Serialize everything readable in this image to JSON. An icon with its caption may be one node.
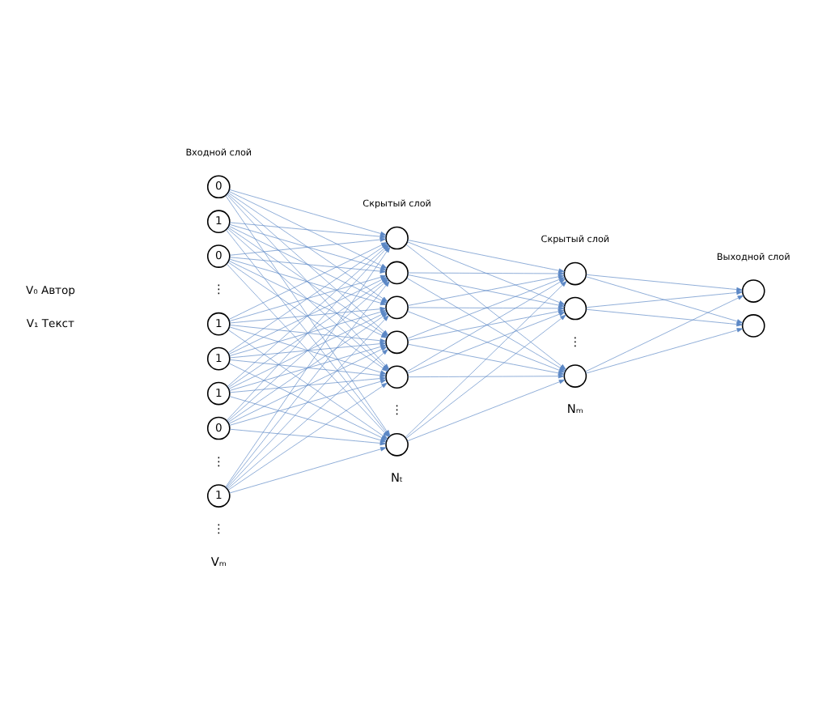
{
  "diagram": {
    "nodes": [
      {
        "text": [
          "0"
        ]
      },
      {
        "text": [
          "1"
        ]
      },
      {
        "text": [
          "0"
        ]
      },
      {
        "text": [
          "1"
        ]
      },
      {
        "text": [
          "1"
        ]
      },
      {
        "text": [
          "1"
        ]
      },
      {
        "text": [
          "0"
        ]
      },
      {
        "text": [
          "1"
        ]
      },
      {
        "text": [],
        "shape": "circle"
      },
      {
        "text": [],
        "shape": "circle"
      },
      {
        "text": [],
        "shape": "circle"
      },
      {
        "text": [],
        "shape": "circle"
      },
      {
        "text": [],
        "shape": "circle"
      },
      {
        "text": [],
        "shape": "circle"
      },
      {
        "text": [],
        "shape": "circle"
      },
      {
        "text": [],
        "shape": "circle"
      },
      {
        "text": [],
        "shape": "circle"
      },
      {
        "text": [],
        "shape": "circle"
      },
      {
        "text": [],
        "shape": "circle"
      }
    ],
    "edges": [
      {
        "from": 0,
        "to": 8,
        "arrow": "to"
      },
      {
        "from": 0,
        "to": 9,
        "arrow": "to"
      },
      {
        "from": 0,
        "to": 10,
        "arrow": "to"
      },
      {
        "from": 0,
        "to": 11,
        "arrow": "to"
      },
      {
        "from": 0,
        "to": 12,
        "arrow": "to"
      },
      {
        "from": 0,
        "to": 13,
        "arrow": "to"
      },
      {
        "from": 1,
        "to": 8,
        "arrow": "to"
      },
      {
        "from": 1,
        "to": 9,
        "arrow": "to"
      },
      {
        "from": 1,
        "to": 10,
        "arrow": "to"
      },
      {
        "from": 1,
        "to": 11,
        "arrow": "to"
      },
      {
        "from": 1,
        "to": 12,
        "arrow": "to"
      },
      {
        "from": 1,
        "to": 13,
        "arrow": "to"
      },
      {
        "from": 2,
        "to": 8,
        "arrow": "to"
      },
      {
        "from": 2,
        "to": 9,
        "arrow": "to"
      },
      {
        "from": 2,
        "to": 10,
        "arrow": "to"
      },
      {
        "from": 2,
        "to": 11,
        "arrow": "to"
      },
      {
        "from": 2,
        "to": 12,
        "arrow": "to"
      },
      {
        "from": 2,
        "to": 13,
        "arrow": "to"
      },
      {
        "from": 3,
        "to": 8,
        "arrow": "to"
      },
      {
        "from": 3,
        "to": 9,
        "arrow": "to"
      },
      {
        "from": 3,
        "to": 10,
        "arrow": "to"
      },
      {
        "from": 3,
        "to": 11,
        "arrow": "to"
      },
      {
        "from": 3,
        "to": 12,
        "arrow": "to"
      },
      {
        "from": 3,
        "to": 13,
        "arrow": "to"
      },
      {
        "from": 4,
        "to": 8,
        "arrow": "to"
      },
      {
        "from": 4,
        "to": 9,
        "arrow": "to"
      },
      {
        "from": 4,
        "to": 10,
        "arrow": "to"
      },
      {
        "from": 4,
        "to": 11,
        "arrow": "to"
      },
      {
        "from": 4,
        "to": 12,
        "arrow": "to"
      },
      {
        "from": 4,
        "to": 13,
        "arrow": "to"
      },
      {
        "from": 5,
        "to": 8,
        "arrow": "to"
      },
      {
        "from": 5,
        "to": 9,
        "arrow": "to"
      },
      {
        "from": 5,
        "to": 10,
        "arrow": "to"
      },
      {
        "from": 5,
        "to": 11,
        "arrow": "to"
      },
      {
        "from": 5,
        "to": 12,
        "arrow": "to"
      },
      {
        "from": 5,
        "to": 13,
        "arrow": "to"
      },
      {
        "from": 6,
        "to": 8,
        "arrow": "to"
      },
      {
        "from": 6,
        "to": 9,
        "arrow": "to"
      },
      {
        "from": 6,
        "to": 10,
        "arrow": "to"
      },
      {
        "from": 6,
        "to": 11,
        "arrow": "to"
      },
      {
        "from": 6,
        "to": 12,
        "arrow": "to"
      },
      {
        "from": 6,
        "to": 13,
        "arrow": "to"
      },
      {
        "from": 7,
        "to": 8,
        "arrow": "to"
      },
      {
        "from": 7,
        "to": 9,
        "arrow": "to"
      },
      {
        "from": 7,
        "to": 10,
        "arrow": "to"
      },
      {
        "from": 7,
        "to": 11,
        "arrow": "to"
      },
      {
        "from": 7,
        "to": 12,
        "arrow": "to"
      },
      {
        "from": 7,
        "to": 13,
        "arrow": "to"
      },
      {
        "from": 8,
        "to": 14,
        "arrow": "to"
      },
      {
        "from": 8,
        "to": 15,
        "arrow": "to"
      },
      {
        "from": 8,
        "to": 16,
        "arrow": "to"
      },
      {
        "from": 9,
        "to": 14,
        "arrow": "to"
      },
      {
        "from": 9,
        "to": 15,
        "arrow": "to"
      },
      {
        "from": 9,
        "to": 16,
        "arrow": "to"
      },
      {
        "from": 10,
        "to": 14,
        "arrow": "to"
      },
      {
        "from": 10,
        "to": 15,
        "arrow": "to"
      },
      {
        "from": 10,
        "to": 16,
        "arrow": "to"
      },
      {
        "from": 11,
        "to": 14,
        "arrow": "to"
      },
      {
        "from": 11,
        "to": 15,
        "arrow": "to"
      },
      {
        "from": 11,
        "to": 16,
        "arrow": "to"
      },
      {
        "from": 12,
        "to": 14,
        "arrow": "to"
      },
      {
        "from": 12,
        "to": 15,
        "arrow": "to"
      },
      {
        "from": 12,
        "to": 16,
        "arrow": "to"
      },
      {
        "from": 13,
        "to": 14,
        "arrow": "to"
      },
      {
        "from": 13,
        "to": 15,
        "arrow": "to"
      },
      {
        "from": 13,
        "to": 16,
        "arrow": "to"
      },
      {
        "from": 14,
        "to": 17,
        "arrow": "to"
      },
      {
        "from": 14,
        "to": 18,
        "arrow": "to"
      },
      {
        "from": 15,
        "to": 17,
        "arrow": "to"
      },
      {
        "from": 15,
        "to": 18,
        "arrow": "to"
      },
      {
        "from": 16,
        "to": 17,
        "arrow": "to"
      },
      {
        "from": 16,
        "to": 18,
        "arrow": "to"
      }
    ],
    "labels": [
      "Входной слой",
      "Скрытый слой",
      "Скрытый слой",
      "Выходной слой",
      "V₀ Автор",
      "⋮",
      "V₁ Текст",
      "⋮",
      "⋮",
      "Vₘ",
      "⋮",
      "Nₜ",
      "⋮",
      "Nₘ"
    ]
  }
}
